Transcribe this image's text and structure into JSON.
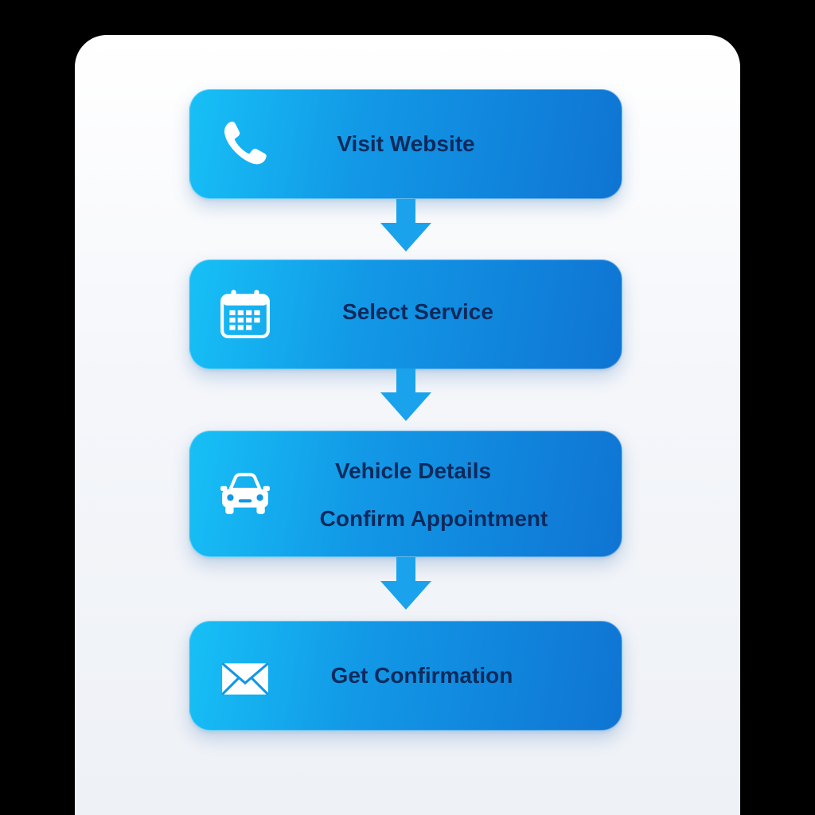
{
  "flow": {
    "steps": [
      {
        "id": "visit",
        "label": "Visit Website",
        "icon": "phone-icon"
      },
      {
        "id": "service",
        "label": "Select Service",
        "icon": "calendar-icon"
      },
      {
        "id": "vehicle",
        "lines": [
          "Vehicle Details",
          "Confirm Appointment"
        ],
        "icon": "car-icon"
      },
      {
        "id": "confirm",
        "label": "Get Confirmation",
        "icon": "envelope-icon"
      }
    ],
    "colors": {
      "box_start": "#17c0f6",
      "box_end": "#0f74d3",
      "text": "#0d2a5c",
      "arrow": "#1aa3ec",
      "icon": "#ffffff"
    }
  }
}
